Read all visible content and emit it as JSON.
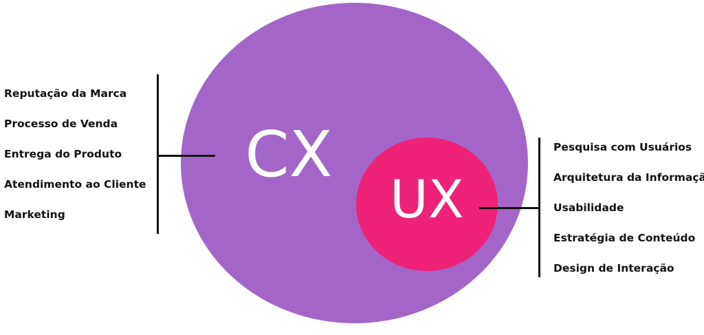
{
  "diagram": {
    "outer": {
      "label": "CX",
      "color": "#a366c8"
    },
    "inner": {
      "label": "UX",
      "color": "#ee2277"
    },
    "cx_items": [
      "Reputação da Marca",
      "Processo de Venda",
      "Entrega do Produto",
      "Atendimento ao Cliente",
      "Marketing"
    ],
    "ux_items": [
      "Pesquisa com Usuários",
      "Arquitetura da Informação",
      "Usabilidade",
      "Estratégia de Conteúdo",
      "Design de Interação"
    ]
  }
}
